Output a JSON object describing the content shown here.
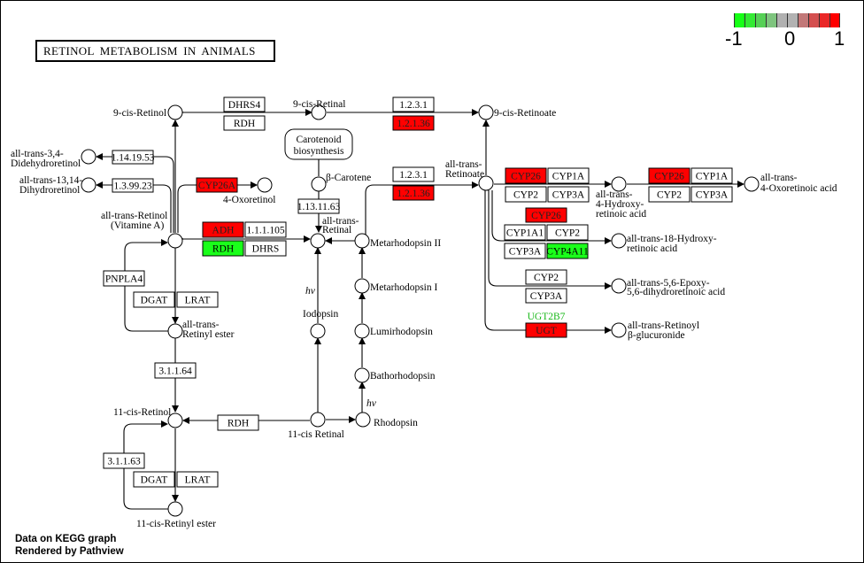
{
  "title": "RETINOL METABOLISM IN ANIMALS",
  "legend": {
    "ticks": [
      "-1",
      "0",
      "1"
    ],
    "colors": [
      "#16ff16",
      "#33ea33",
      "#55d055",
      "#7ec47e",
      "#b0b0b0",
      "#b2b2b2",
      "#c27878",
      "#d44f4f",
      "#ea2727",
      "#ff0000"
    ]
  },
  "footer": {
    "line1": "Data on KEGG graph",
    "line2": "Rendered by Pathview"
  },
  "colors": {
    "up": "#ff0000",
    "down": "#1aff1a",
    "neutral": "#ffffff",
    "green_text": "#18b818"
  },
  "compounds": {
    "9cis_retinol": "9-cis-Retinol",
    "9cis_retinal": "9-cis-Retinal",
    "9cis_retinoate": "9-cis-Retinoate",
    "didehydroretinol_1": "all-trans-3,4-",
    "didehydroretinol_2": "Didehydroretinol",
    "dihydroretinol_1": "all-trans-13,14-",
    "dihydroretinol_2": "Dihydroretinol",
    "oxoretinol": "4-Oxoretinol",
    "retinol_1": "all-trans-Retinol",
    "retinol_2": "(Vitamine A)",
    "carotenoid_1": "Carotenoid",
    "carotenoid_2": "biosynthesis",
    "beta_carotene": "β-Carotene",
    "retinal_1": "all-trans-",
    "retinal_2": "Retinal",
    "retinoate_1": "all-trans-",
    "retinoate_2": "Retinoate",
    "hydroxy4_1": "all-trans-",
    "hydroxy4_2": "4-Hydroxy-",
    "hydroxy4_3": "retinoic acid",
    "oxoretinoic_1": "all-trans-",
    "oxoretinoic_2": "4-Oxoretinoic acid",
    "hydroxy18_1": "all-trans-18-Hydroxy-",
    "hydroxy18_2": "retinoic acid",
    "epoxy_1": "all-trans-5,6-Epoxy-",
    "epoxy_2": "5,6-dihydroretinoic acid",
    "glucuronide_1": "all-trans-Retinoyl",
    "glucuronide_2": "β-glucuronide",
    "metarhodopsin2": "Metarhodopsin II",
    "metarhodopsin1": "Metarhodopsin I",
    "lumirhodopsin": "Lumirhodopsin",
    "bathorhodopsin": "Bathorhodopsin",
    "rhodopsin": "Rhodopsin",
    "iodopsin": "Iodopsin",
    "retinyl_ester_1": "all-trans-",
    "retinyl_ester_2": "Retinyl ester",
    "11cis_retinol": "11-cis-Retinol",
    "11cis_retinal": "11-cis Retinal",
    "11cis_retinyl_ester": "11-cis-Retinyl ester",
    "hv1": "hν",
    "hv2": "hν"
  },
  "genes": {
    "dhrs4": {
      "label": "DHRS4",
      "state": "neutral"
    },
    "rdh_top": {
      "label": "RDH",
      "state": "neutral"
    },
    "ec1231_a": {
      "label": "1.2.3.1",
      "state": "neutral"
    },
    "ec12136_a": {
      "label": "1.2.1.36",
      "state": "up"
    },
    "ec1141953": {
      "label": "1.14.19.53",
      "state": "neutral"
    },
    "ec139923": {
      "label": "1.3.99.23",
      "state": "neutral"
    },
    "cyp26a": {
      "label": "CYP26A",
      "state": "up"
    },
    "ec1131163": {
      "label": "1.13.11.63",
      "state": "neutral"
    },
    "ec1231_b": {
      "label": "1.2.3.1",
      "state": "neutral"
    },
    "ec12136_b": {
      "label": "1.2.1.36",
      "state": "up"
    },
    "adh": {
      "label": "ADH",
      "state": "up"
    },
    "ec111105": {
      "label": "1.1.1.105",
      "state": "neutral"
    },
    "rdh_mid": {
      "label": "RDH",
      "state": "down"
    },
    "dhrs": {
      "label": "DHRS",
      "state": "neutral"
    },
    "cyp26_1": {
      "label": "CYP26",
      "state": "up"
    },
    "cyp1a_1": {
      "label": "CYP1A",
      "state": "neutral"
    },
    "cyp2_1": {
      "label": "CYP2",
      "state": "neutral"
    },
    "cyp3a_1": {
      "label": "CYP3A",
      "state": "neutral"
    },
    "cyp26_2": {
      "label": "CYP26",
      "state": "up"
    },
    "cyp1a_2": {
      "label": "CYP1A",
      "state": "neutral"
    },
    "cyp2_2": {
      "label": "CYP2",
      "state": "neutral"
    },
    "cyp3a_2": {
      "label": "CYP3A",
      "state": "neutral"
    },
    "cyp26_3": {
      "label": "CYP26",
      "state": "up"
    },
    "cyp1a1": {
      "label": "CYP1A1",
      "state": "neutral"
    },
    "cyp2_3": {
      "label": "CYP2",
      "state": "neutral"
    },
    "cyp3a_3": {
      "label": "CYP3A",
      "state": "neutral"
    },
    "cyp4a11": {
      "label": "CYP4A11",
      "state": "down"
    },
    "cyp2_4": {
      "label": "CYP2",
      "state": "neutral"
    },
    "cyp3a_4": {
      "label": "CYP3A",
      "state": "neutral"
    },
    "ugt2b7": {
      "label": "UGT2B7",
      "state": "text-green"
    },
    "ugt": {
      "label": "UGT",
      "state": "up"
    },
    "pnpla4": {
      "label": "PNPLA4",
      "state": "neutral"
    },
    "dgat_1": {
      "label": "DGAT",
      "state": "neutral"
    },
    "lrat_1": {
      "label": "LRAT",
      "state": "neutral"
    },
    "ec31164": {
      "label": "3.1.1.64",
      "state": "neutral"
    },
    "rdh_bottom": {
      "label": "RDH",
      "state": "neutral"
    },
    "ec31163": {
      "label": "3.1.1.63",
      "state": "neutral"
    },
    "dgat_2": {
      "label": "DGAT",
      "state": "neutral"
    },
    "lrat_2": {
      "label": "LRAT",
      "state": "neutral"
    }
  }
}
